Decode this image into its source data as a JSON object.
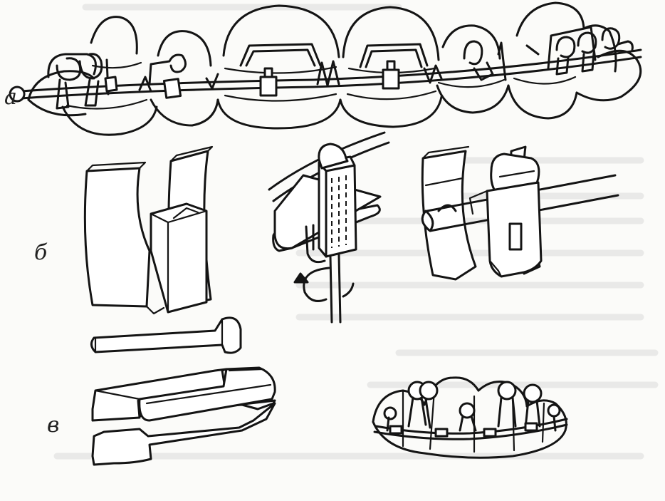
{
  "labels": {
    "a": "а",
    "b": "б",
    "v": "в"
  },
  "colors": {
    "ink": "#141414",
    "paper": "#fbfbf9"
  }
}
